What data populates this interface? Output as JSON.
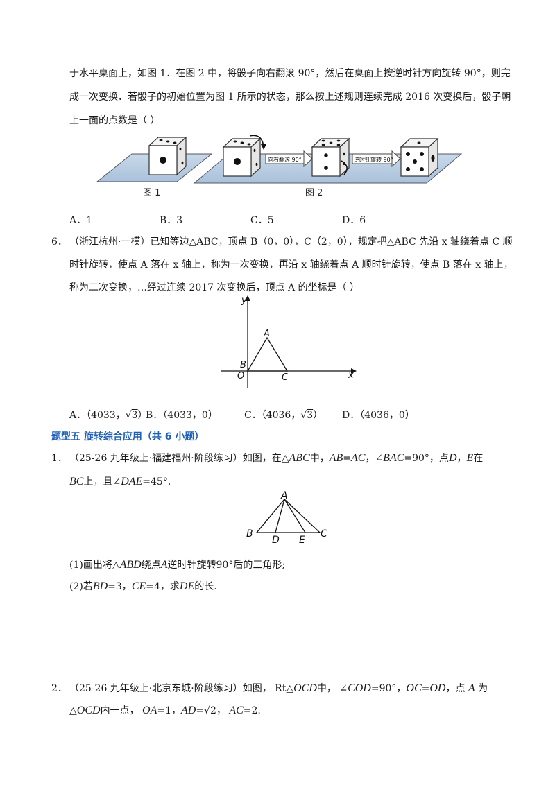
{
  "q5": {
    "line1": "于水平桌面上，如图 1．在图 2 中，将骰子向右翻滚 90°，然后在桌面上按逆时针方向旋转 90°，则完",
    "line2": "成一次变换．若骰子的初始位置为图 1 所示的状态，那么按上述规则连续完成 2016 次变换后，骰子朝",
    "line3": "上一面的点数是（    ）",
    "fig1_label": "图    1",
    "fig2_label": "图    2",
    "arrow1_label": "向右翻滚 90°",
    "arrow2_label": "逆时针旋转 90°",
    "options": [
      "A．1",
      "B．3",
      "C．5",
      "D．6"
    ]
  },
  "q6": {
    "number": "6．",
    "line1": "（浙江杭州·一模）已知等边△ABC，顶点 B（0，0），C（2，0），规定把△ABC 先沿 x 轴绕着点 C 顺",
    "line2": "时针旋转，使点 A 落在 x 轴上，称为一次变换，再沿 x 轴绕着点 A 顺时针旋转，使点 B 落在 x 轴上，",
    "line3": "称为二次变换，…经过连续 2017 次变换后，顶点 A 的坐标是（        ）",
    "axis_x": "x",
    "axis_y": "y",
    "pt_A": "A",
    "pt_B": "B",
    "pt_C": "C",
    "pt_O": "O",
    "optA": "A．（4033，",
    "optA_rad": "3",
    "optA_end": "）",
    "optB": "B．（4033，0）",
    "optC": "C．（4036，",
    "optC_rad": "3",
    "optC_end": "）",
    "optD": "D．（4036，0）"
  },
  "section": {
    "title": "题型五  旋转综合应用（共 6 小题）"
  },
  "p1": {
    "number": "1．",
    "line1_a": "（25-26 九年级上·福建福州·阶段练习）如图，在△",
    "line1_b": "ABC",
    "line1_c": "中，",
    "line1_d": "AB",
    "line1_e": "=",
    "line1_f": "AC",
    "line1_g": "，∠",
    "line1_h": "BAC",
    "line1_i": "=90°，点",
    "line1_j": "D",
    "line1_k": "，",
    "line1_l": "E",
    "line1_m": "在",
    "line2_a": "BC",
    "line2_b": "上，且∠",
    "line2_c": "DAE",
    "line2_d": "=45°.",
    "pt_A": "A",
    "pt_B": "B",
    "pt_C": "C",
    "pt_D": "D",
    "pt_E": "E",
    "sub1_a": "(1)画出将△",
    "sub1_b": "ABD",
    "sub1_c": "绕点",
    "sub1_d": "A",
    "sub1_e": "逆时针旋转90°后的三角形;",
    "sub2_a": "(2)若",
    "sub2_b": "BD",
    "sub2_c": "=3，",
    "sub2_d": "CE",
    "sub2_e": "=4，求",
    "sub2_f": "DE",
    "sub2_g": "的长."
  },
  "p2": {
    "number": "2．",
    "line1_a": "（25-26 九年级上·北京东城·阶段练习）如图，  Rt△",
    "line1_b": "OCD",
    "line1_c": "中，  ∠",
    "line1_d": "COD",
    "line1_e": "=90°，",
    "line1_f": "OC",
    "line1_g": "=",
    "line1_h": "OD",
    "line1_i": "，点 ",
    "line1_j": "A",
    "line1_k": " 为",
    "line2_a": "△",
    "line2_b": "OCD",
    "line2_c": "内一点，  ",
    "line2_d": "OA",
    "line2_e": "=1，",
    "line2_f": "AD",
    "line2_g": "=",
    "line2_h": "2",
    "line2_i": "，  ",
    "line2_j": "AC",
    "line2_k": "=2."
  }
}
